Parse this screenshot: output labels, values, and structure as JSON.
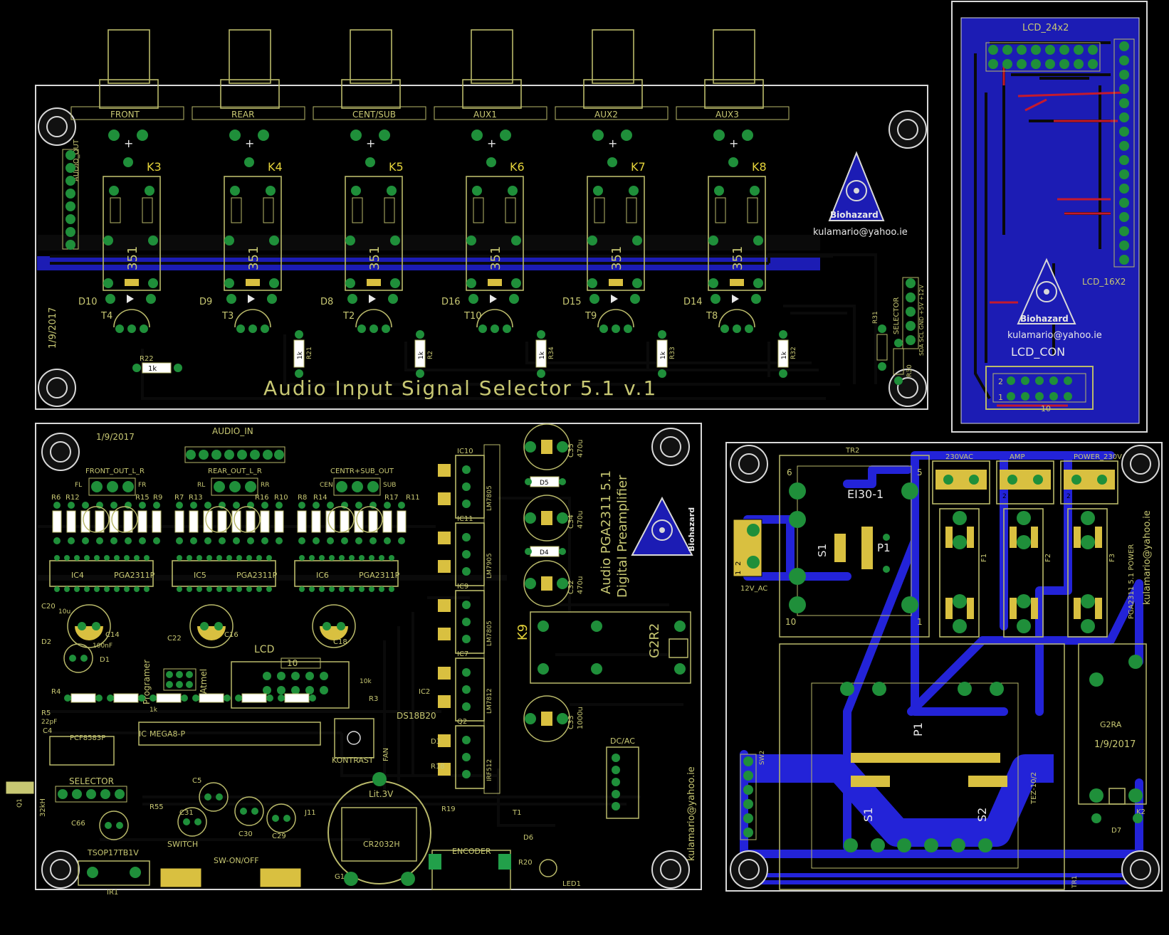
{
  "colors": {
    "background": "#000000",
    "copper_bottom": "#1c1cb4",
    "trace_dark": "#0a0a0a",
    "trace_blue": "#2323d8",
    "trace_red": "#c41a2e",
    "pad": "#1f8f3a",
    "silk": "#c8c873",
    "outline": "#d8d8d8",
    "title_text": "#e4d33a"
  },
  "selector_board": {
    "title": "Audio Input Signal Selector  5.1 v.1",
    "date": "1/9/2017",
    "email": "kulamario@yahoo.ie",
    "logo": "Biohazard",
    "audio_out_label": "AUDIO_OUT",
    "selector_label": "SELECTOR",
    "selector_pins": "SDA  SCL  GND +5V +12V",
    "inputs": [
      {
        "connector": "FRONT",
        "relay": "K3",
        "diode": "D10",
        "transistor": "T4",
        "relay_text": "351",
        "resistor": "R22",
        "res_value": "1k"
      },
      {
        "connector": "REAR",
        "relay": "K4",
        "diode": "D9",
        "transistor": "T3",
        "relay_text": "351",
        "resistor": "R21",
        "res_value": "1k"
      },
      {
        "connector": "CENT/SUB",
        "relay": "K5",
        "diode": "D8",
        "transistor": "T2",
        "relay_text": "351",
        "resistor": "R2",
        "res_value": "1k"
      },
      {
        "connector": "AUX1",
        "relay": "K6",
        "diode": "D16",
        "transistor": "T10",
        "relay_text": "351",
        "resistor": "R34",
        "res_value": "1k"
      },
      {
        "connector": "AUX2",
        "relay": "K7",
        "diode": "D15",
        "transistor": "T9",
        "relay_text": "351",
        "resistor": "R33",
        "res_value": "1k"
      },
      {
        "connector": "AUX3",
        "relay": "K8",
        "diode": "D14",
        "transistor": "T8",
        "relay_text": "351",
        "resistor": "R32",
        "res_value": "1k"
      }
    ],
    "extra_resistors": [
      "R31",
      "R30"
    ]
  },
  "lcd_board": {
    "top_label": "LCD_24x2",
    "side_label": "LCD_16X2",
    "connector_label": "LCD_CON",
    "logo": "Biohazard",
    "email": "kulamario@yahoo.ie",
    "pin_labels": [
      "2",
      "1",
      "10"
    ]
  },
  "preamp_board": {
    "title_line1": "Audio PGA2311 5.1",
    "title_line2": "Digital Preamplifier",
    "date": "1/9/2017",
    "email": "kulamario@yahoo.ie",
    "logo": "Biohazard",
    "audio_in_label": "AUDIO_IN",
    "outputs": [
      {
        "label": "FRONT_OUT_L_R",
        "left": "FL",
        "right": "FR",
        "ic": "IC4",
        "chip": "PGA2311P"
      },
      {
        "label": "REAR_OUT_L_R",
        "left": "RL",
        "right": "RR",
        "ic": "IC5",
        "chip": "PGA2311P"
      },
      {
        "label": "CENTR+SUB_OUT",
        "left": "CEN",
        "right": "SUB",
        "ic": "IC6",
        "chip": "PGA2311P"
      }
    ],
    "resistor_labels": [
      "R6",
      "R12",
      "R15",
      "R9",
      "R7",
      "R13",
      "R16",
      "R10",
      "R8",
      "R14",
      "R17",
      "R11"
    ],
    "regulators": [
      "IC10",
      "IC11",
      "IC9",
      "IC7",
      "Q2"
    ],
    "regulator_texts": [
      "LM7805",
      "LM7905",
      "LM7805",
      "LM7812",
      "IRF512"
    ],
    "caps": [
      "C35",
      "C34",
      "C32",
      "C33"
    ],
    "cap_values": [
      "470u",
      "470u",
      "470u",
      "1000u"
    ],
    "diodes": [
      "D5",
      "D4",
      "D1",
      "D2",
      "D3",
      "D6"
    ],
    "relay": "K9",
    "relay2": "G2R2",
    "mcu": "MEGA8-P",
    "mcu_prefix": "IC",
    "programmer": "Programer",
    "atmel": "Atmel",
    "lcd": "LCD",
    "lcd_pin": "10",
    "temp_sensor": "DS18B20",
    "contrast": "KONTRAST",
    "fan": "FAN",
    "battery": "Lit.3V",
    "battery_holder": "CR2032H",
    "encoder": "ENCODER",
    "selector": "SELECTOR",
    "switch": "SWITCH",
    "sw_onoff": "SW-ON/OFF",
    "ir": "TSOP17TB1V",
    "ir_label": "IR1",
    "dcac": "DC/AC",
    "led": "LED1",
    "crystal": "32kH",
    "q1": "Q1",
    "pcf": "PCF8583P",
    "misc_values": [
      "10u",
      "100nF",
      "22pF",
      "10k",
      "1k"
    ],
    "misc_refs": [
      "C20",
      "C22",
      "C16",
      "C18",
      "C14",
      "C4",
      "C5",
      "C31",
      "C30",
      "C29",
      "C66",
      "R1",
      "R3",
      "R4",
      "R5",
      "R18",
      "R19",
      "R20",
      "R55",
      "T1",
      "J11",
      "G1",
      "IC2"
    ]
  },
  "power_board": {
    "transformer": "TR2",
    "transformer_type": "EI30-1",
    "transformer_pins": [
      "6",
      "5",
      "10",
      "1"
    ],
    "switch_s1": "S1",
    "switch_p1": "P1",
    "ac_in": "12V_AC",
    "ac_pins": [
      "2",
      "1"
    ],
    "terminals": [
      "230VAC",
      "AMP",
      "POWER_230V"
    ],
    "terminal_pins": [
      "2",
      "1"
    ],
    "fuses": [
      "F1",
      "F2",
      "F3"
    ],
    "relay": "G2RA",
    "relay_ref": "K2",
    "diode": "D7",
    "date": "1/9/2017",
    "side_text": "PGA2311 5.1 POWER",
    "email": "kulamario@yahoo.ie",
    "big_switch": "P1",
    "big_switch_type": "TEZ-10/2",
    "s1": "S1",
    "s2": "S2",
    "sw2": "SW2",
    "tr1": "TR1"
  }
}
